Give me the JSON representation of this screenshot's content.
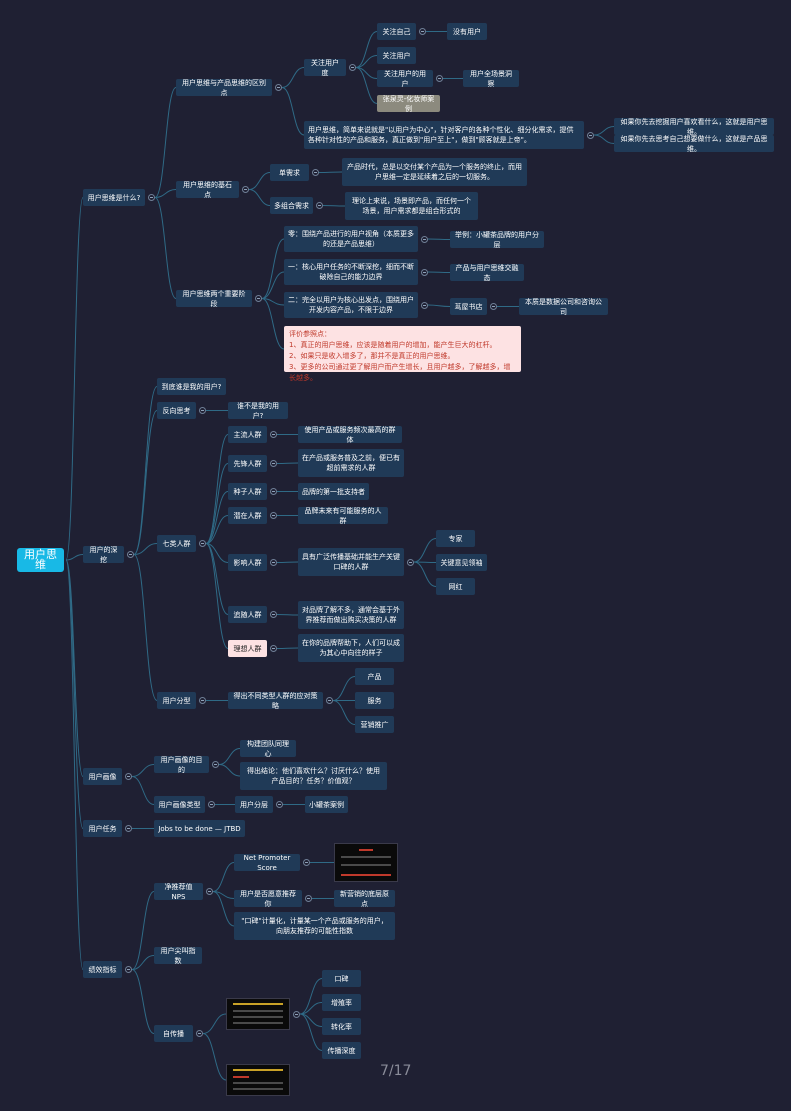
{
  "root": "用户思维",
  "b1": {
    "title": "用户思维是什么?",
    "diff": {
      "title": "用户思维与产品思维的区别点",
      "focus": "关注用户度",
      "self": "关注自己",
      "no_user": "没有用户",
      "user": "关注用户",
      "user_user": "关注用户的用户",
      "insight": "用户全场景洞察",
      "case": "张泉灵-化妆师案例",
      "def": "用户思维，简单来说就是\"以用户为中心\"，针对客户的各种个性化、细分化需求，提供各种针对性的产品和服务，真正做到\"用户至上\"，做到\"顾客就是上帝\"。",
      "user_think": "如果你先去挖掘用户喜欢看什么，这就是用户思维。",
      "product_think": "如果你先去思考自己想要做什么，这就是产品思维。"
    },
    "base": {
      "title": "用户思维的基石点",
      "single": "单需求",
      "single_desc": "产品时代，总是以交付某个产品为一个服务的终止，而用户思维一定是延续着之后的一切服务。",
      "multi": "多组合需求",
      "multi_desc": "理论上来说，场景即产品，而任何一个场景，用户需求都是组合形式的"
    },
    "stages": {
      "title": "用户思维两个重要阶段",
      "s0": "零：围绕产品进行的用户视角（本质更多的还是产品思维）",
      "s0_ex": "举例：小罐茶品牌的用户分层",
      "s1": "一：核心用户任务的不断深挖，细而不断破除自己的能力边界",
      "s1_ex": "产品与用户思维交融态",
      "s2": "二：完全以用户为核心出发点，围绕用户开发内容产品，不限于边界",
      "s2_ex": "茑屋书店",
      "s2_ex2": "本质是数据公司和咨询公司",
      "note": "评价参照点：\n1、真正的用户思维，应该是随着用户的增加，能产生巨大的杠杆。\n2、如果只是收入增多了，那并不是真正的用户思维。\n3、更多的公司通过更了解用户而产生增长，且用户越多，了解越多，增长越多。"
    }
  },
  "b2": {
    "title": "用户的深挖",
    "who": "到底谁是我的用户?",
    "reverse": "反向思考",
    "who_not": "谁不是我的用户?",
    "seven": "七类人群",
    "main": "主流人群",
    "main_d": "使用产品或服务频次最高的群体",
    "pioneer": "先锋人群",
    "pioneer_d": "在产品或服务普及之前，便已有超前需求的人群",
    "seed": "种子人群",
    "seed_d": "品牌的第一批支持者",
    "potential": "潜在人群",
    "potential_d": "品牌未来有可能服务的人群",
    "influence": "影响人群",
    "influence_d": "具有广泛传播基础并能生产关键口碑的人群",
    "expert": "专家",
    "kol": "关键意见领袖",
    "celebrity": "网红",
    "follow": "追随人群",
    "follow_d": "对品牌了解不多，通常会基于外界推荐而做出购买决策的人群",
    "ideal": "理想人群",
    "ideal_d": "在你的品牌帮助下，人们可以成为其心中向往的样子",
    "classify": "用户分型",
    "strategy": "得出不同类型人群的应对策略",
    "product": "产品",
    "service": "服务",
    "marketing": "营销推广"
  },
  "b3": {
    "title": "用户画像",
    "purpose": "用户画像的目的",
    "consensus": "构建团队同理心",
    "conclusion": "得出结论：他们喜欢什么？讨厌什么？使用产品目的？任务？价值观？",
    "type": "用户画像类型",
    "layer": "用户分层",
    "tea": "小罐茶案例"
  },
  "b4": {
    "title": "用户任务",
    "jtbd": "Jobs  to  be  done  —  JTBD"
  },
  "b5": {
    "title": "绩效指标",
    "nps": "净推荐值NPS",
    "nps_full": "Net Promoter Score",
    "recommend": "用户是否愿意推荐你",
    "origin": "新营销的底层原点",
    "quantify": "\"口碑\"计量化，计量某一个产品或服务的用户，向朋友推荐的可能性指数",
    "scream": "用户尖叫指数",
    "self": "自传播",
    "wom": "口碑",
    "growth": "增殖率",
    "conversion": "转化率",
    "depth": "传播深度"
  },
  "page": "7/17"
}
